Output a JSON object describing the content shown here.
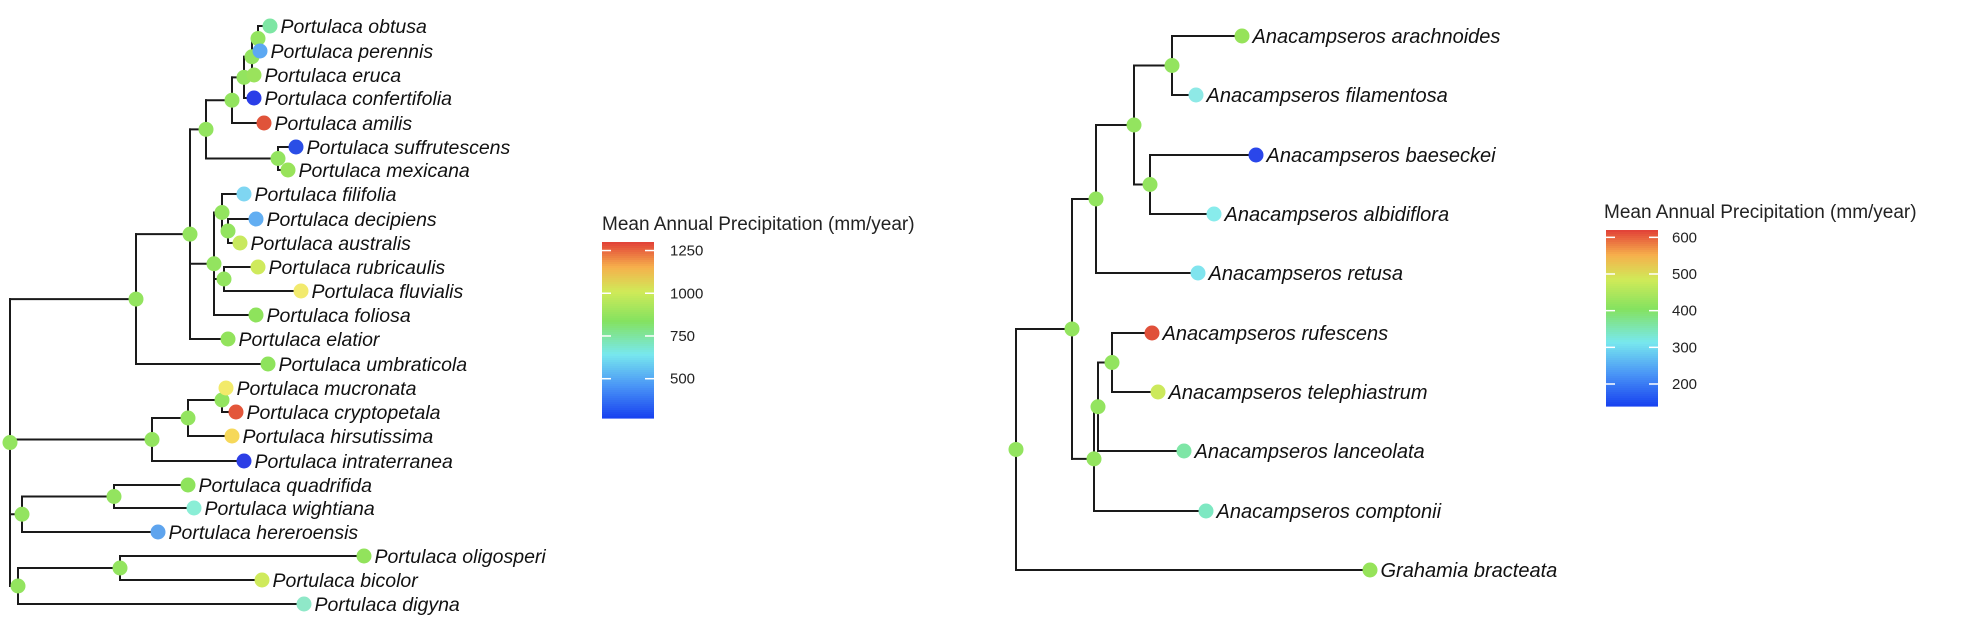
{
  "trees": [
    {
      "id": "portulaca",
      "tips": [
        {
          "label": "Portulaca obtusa",
          "precip": 660,
          "color": "#7ee6a4"
        },
        {
          "label": "Portulaca perennis",
          "precip": 420,
          "color": "#5ca8f2"
        },
        {
          "label": "Portulaca eruca",
          "precip": 830,
          "color": "#9ae35c"
        },
        {
          "label": "Portulaca confertifolia",
          "precip": 120,
          "color": "#2a3ee8"
        },
        {
          "label": "Portulaca amilis",
          "precip": 1250,
          "color": "#e0533a"
        },
        {
          "label": "Portulaca suffrutescens",
          "precip": 120,
          "color": "#2a4ee6"
        },
        {
          "label": "Portulaca mexicana",
          "precip": 820,
          "color": "#98e35a"
        },
        {
          "label": "Portulaca filifolia",
          "precip": 480,
          "color": "#7fd6f2"
        },
        {
          "label": "Portulaca decipiens",
          "precip": 420,
          "color": "#62aef2"
        },
        {
          "label": "Portulaca australis",
          "precip": 900,
          "color": "#c8e95e"
        },
        {
          "label": "Portulaca rubricaulis",
          "precip": 920,
          "color": "#cfea5c"
        },
        {
          "label": "Portulaca fluvialis",
          "precip": 1030,
          "color": "#f2ea6e"
        },
        {
          "label": "Portulaca foliosa",
          "precip": 780,
          "color": "#8ee35c"
        },
        {
          "label": "Portulaca elatior",
          "precip": 790,
          "color": "#92e35c"
        },
        {
          "label": "Portulaca umbraticola",
          "precip": 780,
          "color": "#8ee35c"
        },
        {
          "label": "Portulaca mucronata",
          "precip": 1020,
          "color": "#f2ea6a"
        },
        {
          "label": "Portulaca cryptopetala",
          "precip": 1230,
          "color": "#e3563a"
        },
        {
          "label": "Portulaca hirsutissima",
          "precip": 1050,
          "color": "#f6d85a"
        },
        {
          "label": "Portulaca intraterranea",
          "precip": 120,
          "color": "#2c3ee6"
        },
        {
          "label": "Portulaca quadrifida",
          "precip": 780,
          "color": "#8ee35c"
        },
        {
          "label": "Portulaca wightiana",
          "precip": 530,
          "color": "#8aeed6"
        },
        {
          "label": "Portulaca hereroensis",
          "precip": 420,
          "color": "#5ea4ee"
        },
        {
          "label": "Portulaca oligosperi",
          "precip": 790,
          "color": "#92e35c"
        },
        {
          "label": "Portulaca bicolor",
          "precip": 920,
          "color": "#cfea5c"
        },
        {
          "label": "Portulaca digyna",
          "precip": 560,
          "color": "#8fe8c8"
        }
      ],
      "legend": {
        "title": "Mean Annual Precipitation (mm/year)",
        "min": 270,
        "max": 1300,
        "ticks": [
          500,
          750,
          1000,
          1250
        ]
      }
    },
    {
      "id": "anacampseros",
      "tips": [
        {
          "label": "Anacampseros arachnoides",
          "precip": 390,
          "color": "#96e35a"
        },
        {
          "label": "Anacampseros filamentosa",
          "precip": 300,
          "color": "#8ee9e6"
        },
        {
          "label": "Anacampseros baeseckei",
          "precip": 160,
          "color": "#2a46ea"
        },
        {
          "label": "Anacampseros albidiflora",
          "precip": 290,
          "color": "#88ecec"
        },
        {
          "label": "Anacampseros retusa",
          "precip": 280,
          "color": "#80e4ee"
        },
        {
          "label": "Anacampseros rufescens",
          "precip": 600,
          "color": "#e0503a"
        },
        {
          "label": "Anacampseros telephiastrum",
          "precip": 430,
          "color": "#cce95c"
        },
        {
          "label": "Anacampseros lanceolata",
          "precip": 350,
          "color": "#7ee6a6"
        },
        {
          "label": "Anacampseros comptonii",
          "precip": 330,
          "color": "#7ee8c2"
        },
        {
          "label": "Grahamia bracteata",
          "precip": 390,
          "color": "#96e35a"
        }
      ],
      "legend": {
        "title": "Mean Annual Precipitation (mm/year)",
        "min": 140,
        "max": 620,
        "ticks": [
          200,
          300,
          400,
          500,
          600
        ]
      }
    }
  ]
}
